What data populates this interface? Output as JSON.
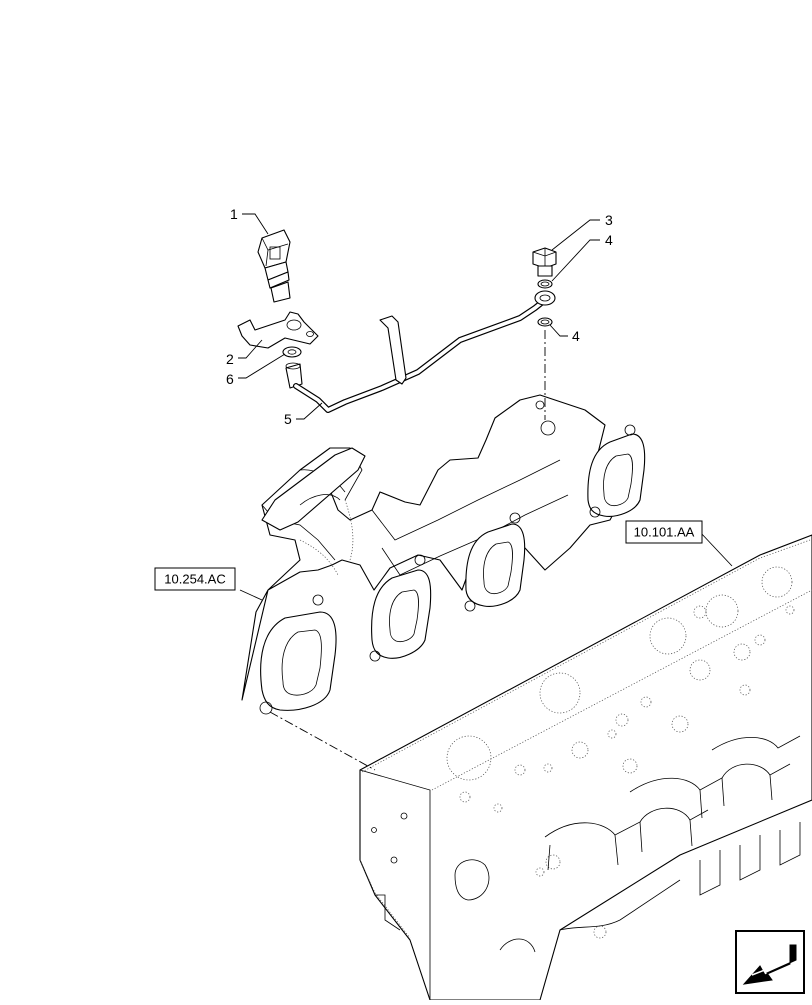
{
  "diagram": {
    "callouts": [
      {
        "id": "c1",
        "text": "1"
      },
      {
        "id": "c2",
        "text": "2"
      },
      {
        "id": "c3",
        "text": "3"
      },
      {
        "id": "c4a",
        "text": "4"
      },
      {
        "id": "c4b",
        "text": "4"
      },
      {
        "id": "c5",
        "text": "5"
      },
      {
        "id": "c6",
        "text": "6"
      }
    ],
    "references": {
      "exhaust_manifold": "10.254.AC",
      "cylinder_head": "10.101.AA"
    },
    "nav_icon": "arrow-return-icon"
  }
}
